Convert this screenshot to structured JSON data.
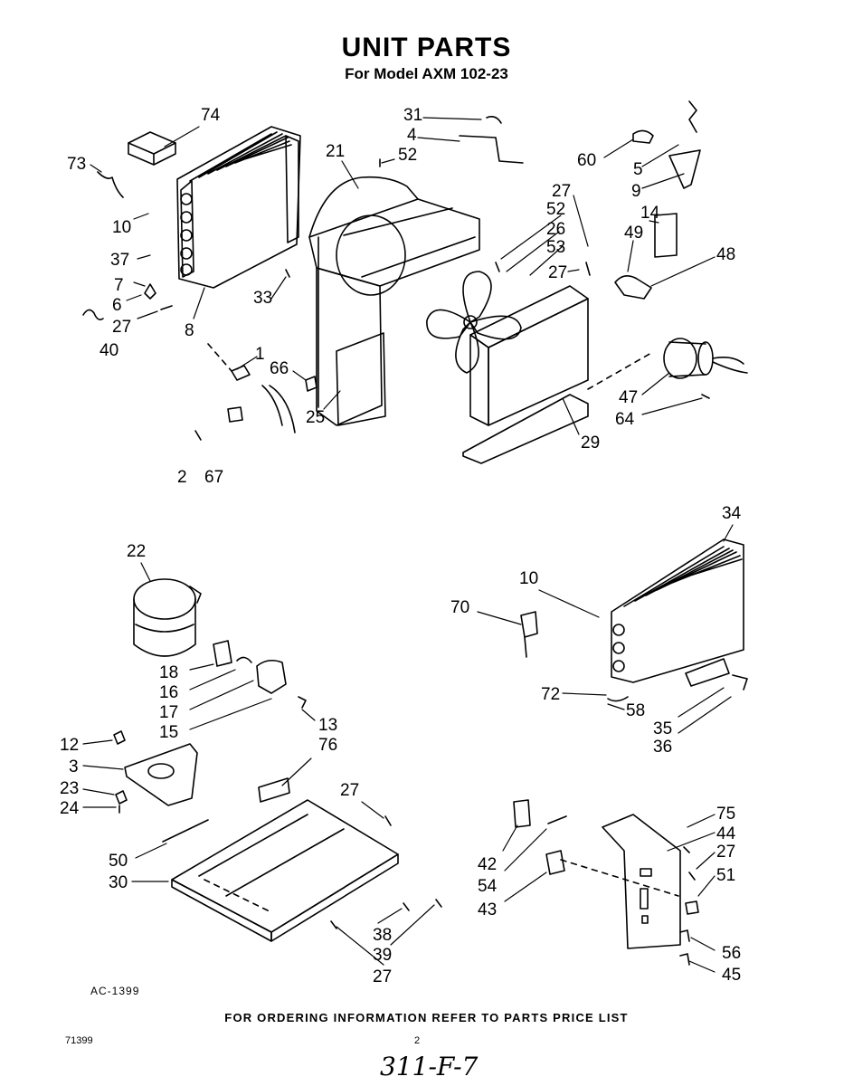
{
  "header": {
    "title": "UNIT PARTS",
    "subtitle": "For Model AXM 102-23"
  },
  "callouts": [
    "74",
    "73",
    "10",
    "37",
    "7",
    "6",
    "27",
    "8",
    "40",
    "33",
    "21",
    "31",
    "4",
    "52",
    "1",
    "66",
    "25",
    "2",
    "67",
    "60",
    "5",
    "9",
    "27",
    "52",
    "26",
    "53",
    "14",
    "49",
    "27",
    "48",
    "47",
    "64",
    "29",
    "22",
    "18",
    "16",
    "17",
    "15",
    "13",
    "12",
    "3",
    "23",
    "24",
    "76",
    "27",
    "50",
    "30",
    "38",
    "39",
    "27",
    "70",
    "10",
    "34",
    "72",
    "58",
    "35",
    "36",
    "42",
    "54",
    "43",
    "75",
    "44",
    "27",
    "51",
    "56",
    "45"
  ],
  "footer": {
    "ordering_note": "FOR ORDERING INFORMATION REFER TO PARTS PRICE LIST",
    "drawing_code": "AC-1399",
    "doc_code": "71399",
    "page_number": "2",
    "handwritten_ref": "311-F-7"
  }
}
